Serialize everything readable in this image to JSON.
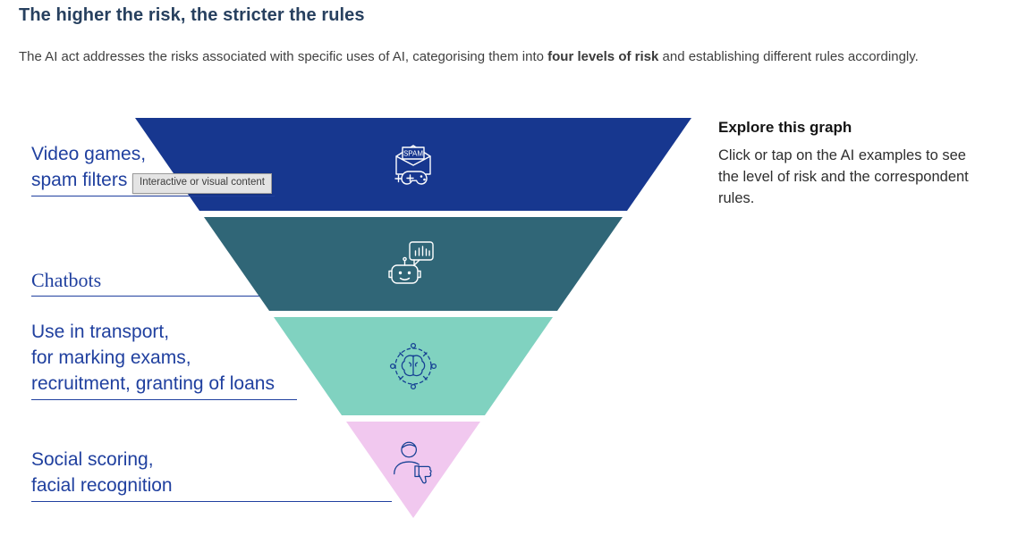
{
  "page": {
    "title": "The higher the risk, the stricter the rules",
    "intro": {
      "text_before_bold": "The AI act addresses the risks associated with specific uses of AI, categorising them into ",
      "bold_text": "four levels of risk",
      "text_after_bold": " and establishing different rules accordingly."
    }
  },
  "pyramid": {
    "label_color": "#20409f",
    "layers": [
      {
        "color": "#17378f",
        "icon": "spam-game-controller-icon",
        "icon_text": "SPAM",
        "label_lines": [
          "Video games,",
          "spam filters"
        ]
      },
      {
        "color": "#306677",
        "icon": "chatbot-icon",
        "label_lines": [
          "Chatbots"
        ]
      },
      {
        "color": "#80d2c0",
        "icon": "ai-brain-icon",
        "label_lines": [
          "Use in transport,",
          "for marking exams,",
          "recruitment, granting of loans"
        ]
      },
      {
        "color": "#f1c8ef",
        "icon": "person-thumbs-down-icon",
        "label_lines": [
          "Social scoring,",
          "facial recognition"
        ]
      }
    ]
  },
  "tooltip": {
    "text": "Interactive or visual content"
  },
  "explore": {
    "title": "Explore this graph",
    "description": "Click or tap on the AI examples to see the level of risk and the correspondent rules."
  }
}
